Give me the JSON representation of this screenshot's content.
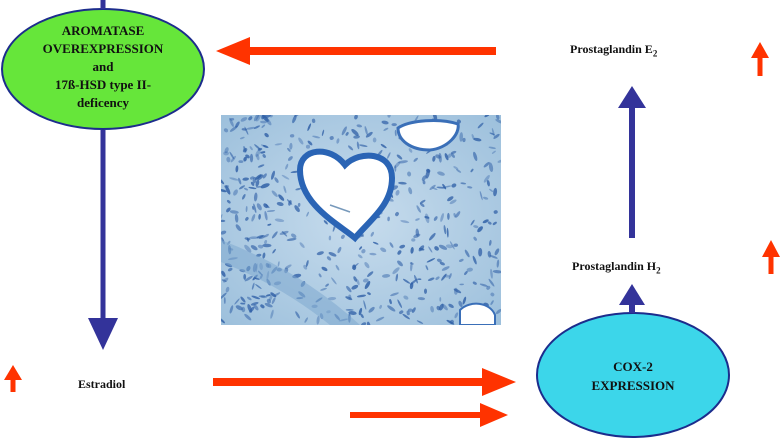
{
  "colors": {
    "aromatase_ellipse": "#66e63a",
    "cox_ellipse": "#3cd6ea",
    "red_arrow": "#ff3300",
    "blue_arrow": "#33339a",
    "tissue_bg": "#aacbe3",
    "tissue_nuclei": "#2f5fa6"
  },
  "nodes": {
    "aromatase": {
      "lines": [
        "AROMATASE",
        "OVEREXPRESSION",
        "and",
        "17ß-HSD type II-",
        "deficency"
      ]
    },
    "cox2": {
      "lines": [
        "COX-2",
        "EXPRESSION"
      ]
    },
    "estradiol": "Estradiol",
    "pge2": {
      "base": "Prostaglandin E",
      "sub": "2"
    },
    "pgh2": {
      "base": "Prostaglandin H",
      "sub": "2"
    }
  },
  "image": {
    "description_icon": "histology-micrograph"
  }
}
